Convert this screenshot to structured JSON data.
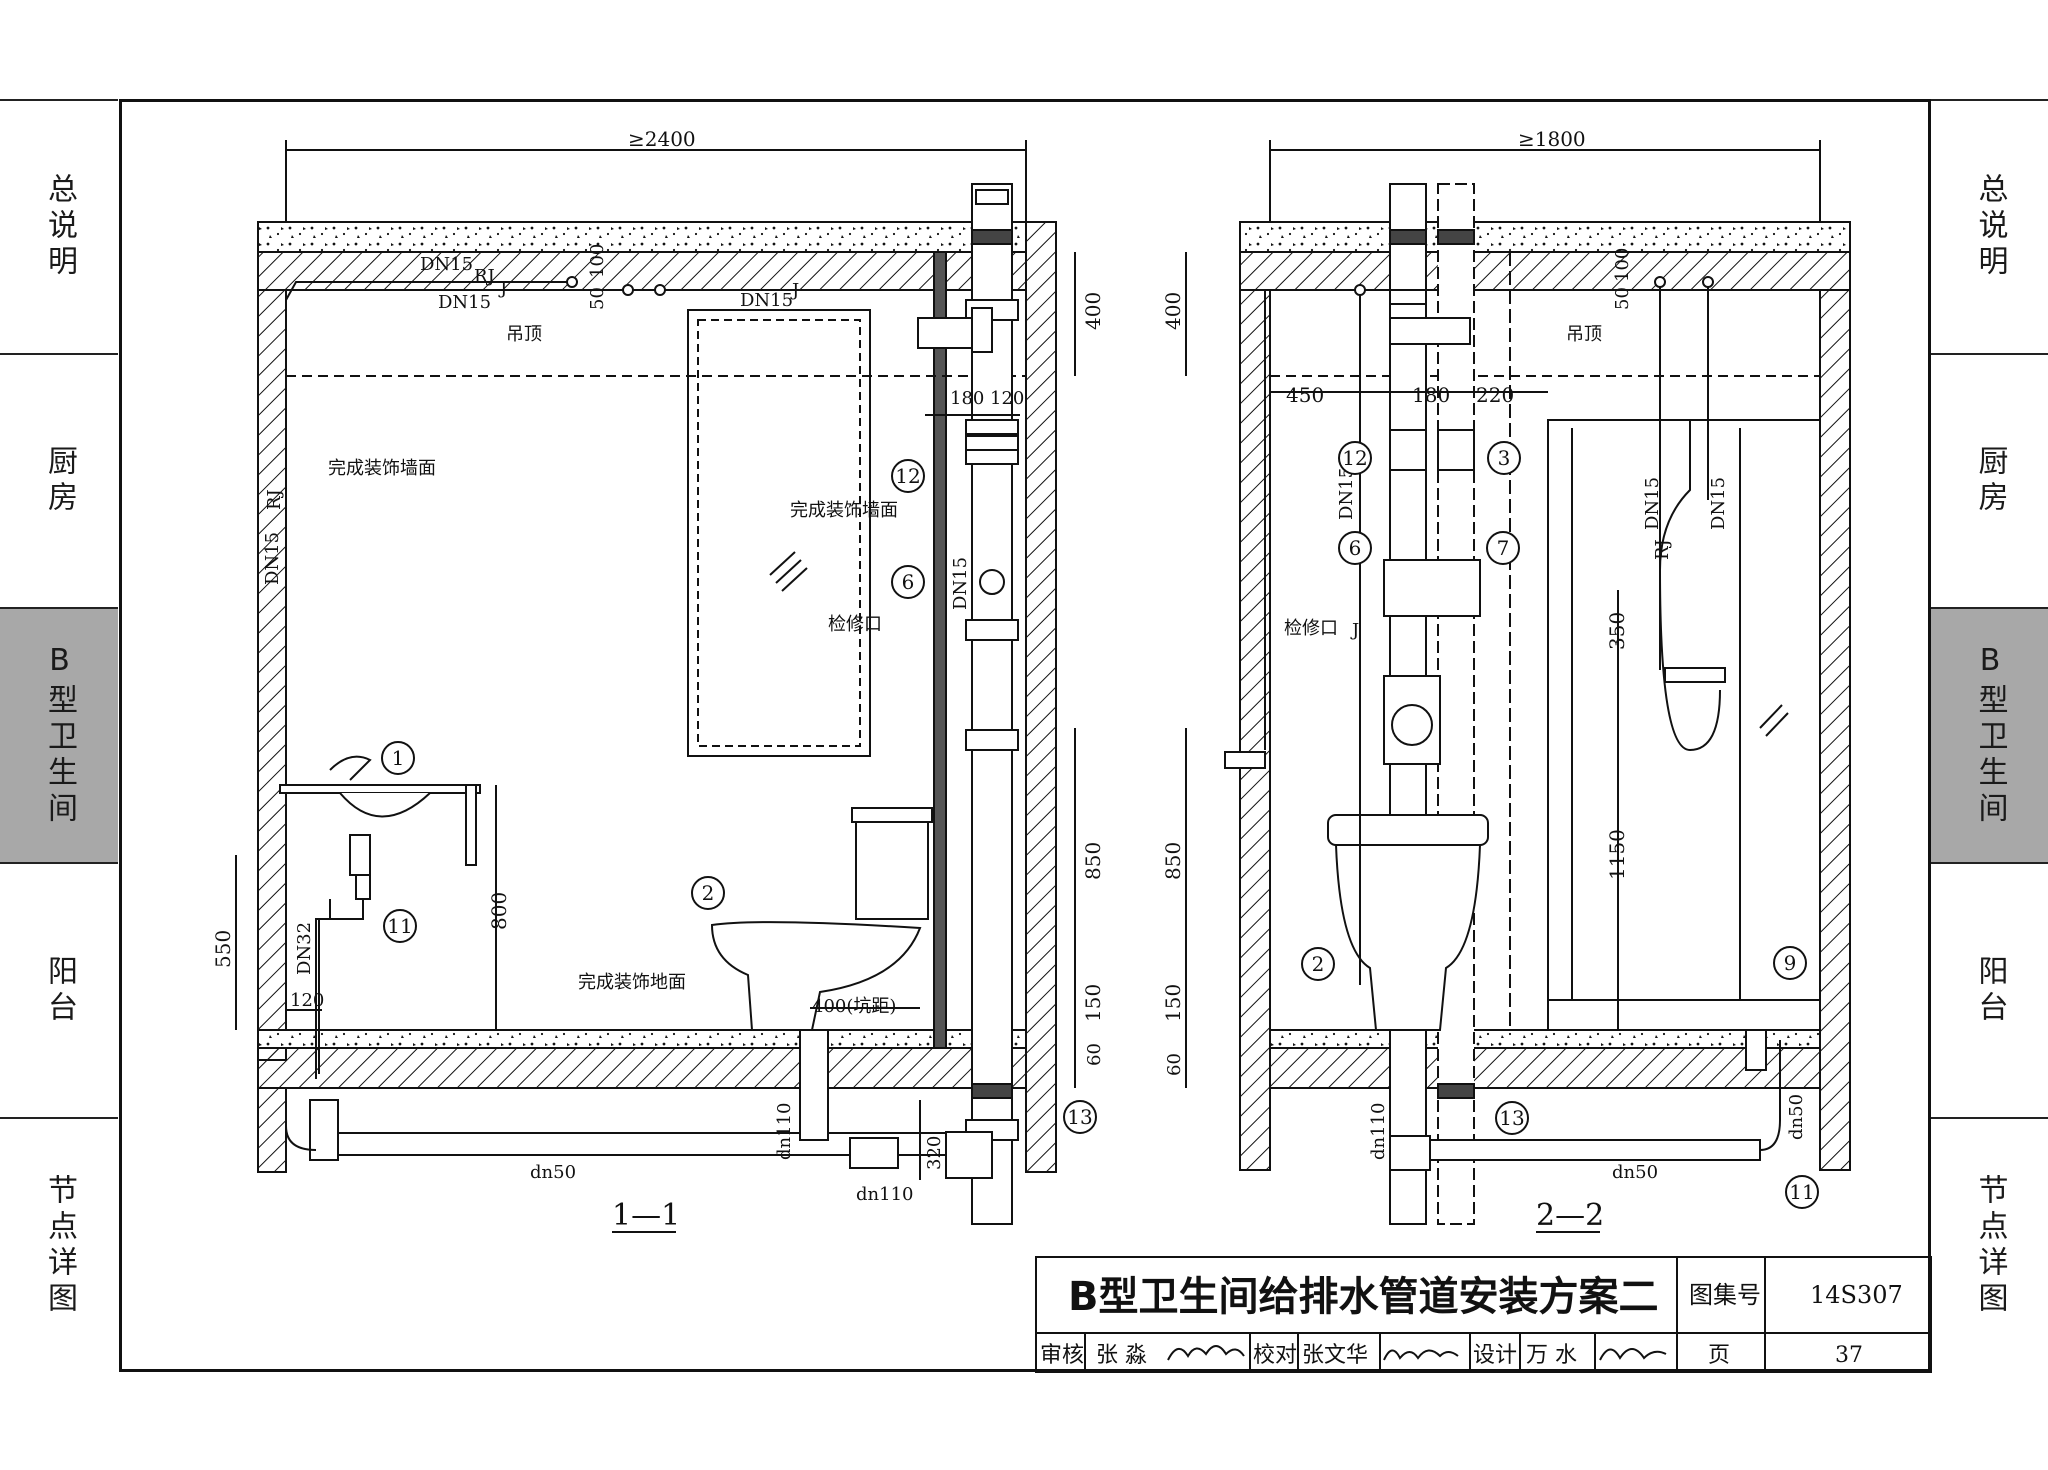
{
  "side_tabs": [
    {
      "label": "总说明",
      "active": false
    },
    {
      "label": "厨房",
      "active": false
    },
    {
      "label": "B型卫生间",
      "active": true
    },
    {
      "label": "阳台",
      "active": false
    },
    {
      "label": "节点详图",
      "active": false
    }
  ],
  "section_1": {
    "label": "1—1",
    "overall_dim": "≥2400",
    "pipe_labels": {
      "dn15_top": "DN15",
      "rj": "RJ",
      "j_top": "J",
      "dn15_mid": "DN15",
      "j_mid": "J",
      "dn15_mirror": "DN15",
      "j_mirror": "J",
      "dn15_left": "DN15",
      "rj_left": "RJ",
      "dn15_stack": "DN15",
      "dn32": "DN32",
      "dn50": "dn50",
      "dn110_a": "dn110",
      "dn110_b": "dn110"
    },
    "notes": {
      "ceiling": "吊顶",
      "wall_finish_left": "完成装饰墙面",
      "wall_finish_right": "完成装饰墙面",
      "access": "检修口",
      "floor_finish": "完成装饰地面",
      "pit_distance": "400(坑距)"
    },
    "dims": {
      "d100": "100",
      "d50": "50",
      "d400": "400",
      "d180": "180",
      "d120": "120",
      "d850": "850",
      "d150": "150",
      "d60": "60",
      "d550": "550",
      "d800": "800",
      "d120b": "120",
      "d320": "320"
    },
    "callouts": [
      "1",
      "2",
      "6",
      "11",
      "12",
      "13"
    ]
  },
  "section_2": {
    "label": "2—2",
    "overall_dim": "≥1800",
    "pipe_labels": {
      "dn15_left": "DN15",
      "j_left": "J",
      "rj": "RJ",
      "dn15_a": "DN15",
      "dn15_b": "DN15",
      "dn110": "dn110",
      "dn50": "dn50",
      "dn50_v": "dn50"
    },
    "notes": {
      "ceiling": "吊顶",
      "access": "检修口"
    },
    "dims": {
      "d400": "400",
      "d450": "450",
      "d180": "180",
      "d220": "220",
      "d100": "100",
      "d50": "50",
      "d350": "350",
      "d1150": "1150",
      "d850": "850",
      "d150": "150",
      "d60": "60"
    },
    "callouts": [
      "2",
      "3",
      "6",
      "7",
      "9",
      "11",
      "12",
      "13"
    ]
  },
  "title_block": {
    "title": "B型卫生间给排水管道安装方案二",
    "atlas_label": "图集号",
    "atlas_no": "14S307",
    "review_label": "审核",
    "reviewer": "张 淼",
    "check_label": "校对",
    "checker": "张文华",
    "design_label": "设计",
    "designer": "万 水",
    "page_label": "页",
    "page_no": "37"
  },
  "colors": {
    "line": "#111111",
    "active_tab": "#a8a8a8",
    "pipe_fill": "#ffffff"
  }
}
